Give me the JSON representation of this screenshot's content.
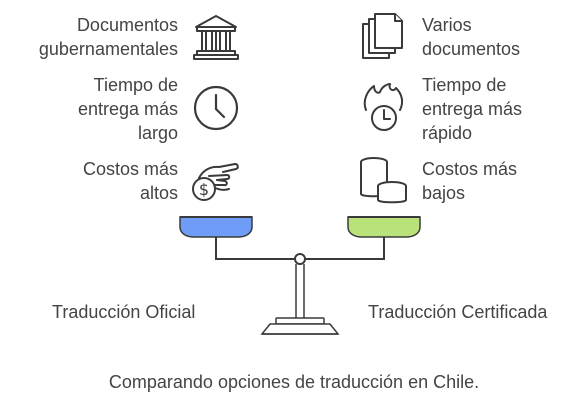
{
  "left": {
    "items": [
      {
        "lines": [
          "Documentos",
          "gubernamentales"
        ],
        "icon": "government-building-icon"
      },
      {
        "lines": [
          "Tiempo de",
          "entrega más",
          "largo"
        ],
        "icon": "clock-icon"
      },
      {
        "lines": [
          "Costos más",
          "altos"
        ],
        "icon": "hand-money-icon"
      }
    ],
    "label": "Traducción Oficial",
    "pan_color": "#6f9cf7"
  },
  "right": {
    "items": [
      {
        "lines": [
          "Varios",
          "documentos"
        ],
        "icon": "stacked-documents-icon"
      },
      {
        "lines": [
          "Tiempo de",
          "entrega más",
          "rápido"
        ],
        "icon": "fast-clock-icon"
      },
      {
        "lines": [
          "Costos más",
          "bajos"
        ],
        "icon": "coin-stack-icon"
      }
    ],
    "label": "Traducción Certificada",
    "pan_color": "#b9e37a"
  },
  "caption": "Comparando opciones de traducción en Chile."
}
